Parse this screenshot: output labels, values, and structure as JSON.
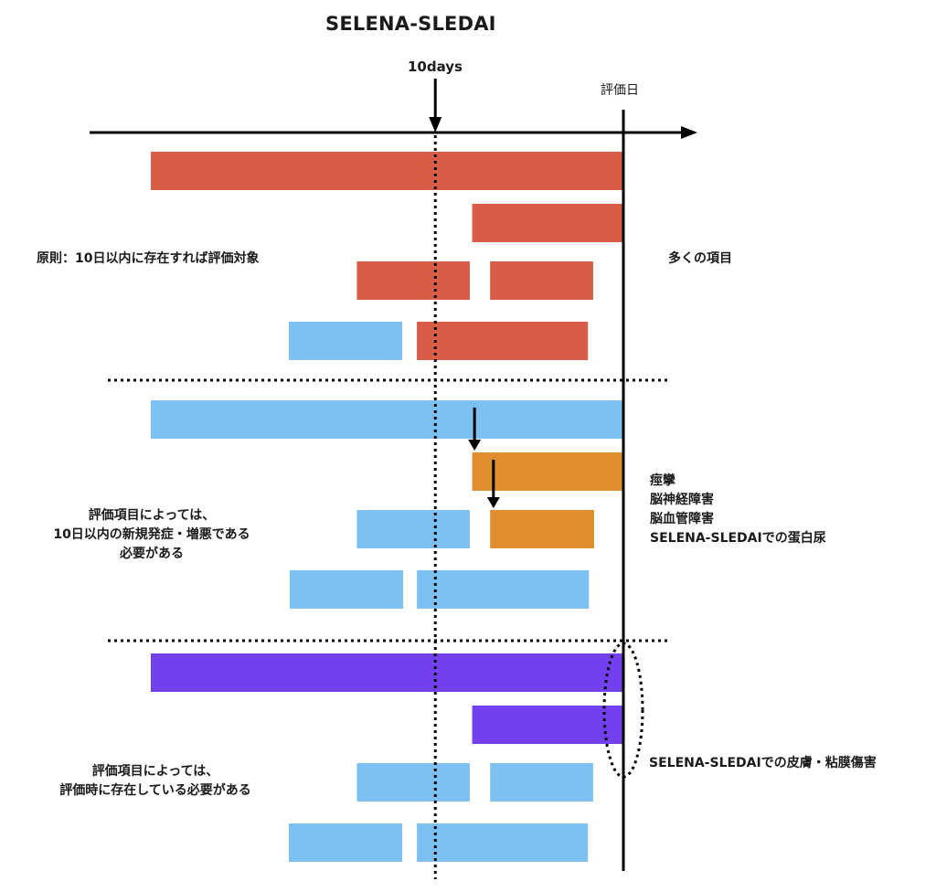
{
  "title": "SELENA-SLEDAI",
  "markers": {
    "ten_days_label": "10days",
    "evaluation_day_label": "評価日"
  },
  "colors": {
    "red": "#d85c48",
    "blue": "#7dc1f2",
    "orange": "#df8f2f",
    "purple": "#7240ef",
    "line": "#000000"
  },
  "sections": [
    {
      "id": "principle",
      "left_note": [
        "原則：10日以内に存在すれば評価対象"
      ],
      "right_note": [
        "多くの項目"
      ],
      "rows": [
        [
          {
            "start": 0,
            "end": 100,
            "color": "red"
          }
        ],
        [
          {
            "start": 68,
            "end": 100,
            "color": "red"
          }
        ],
        [
          {
            "start": 43.6,
            "end": 67.5,
            "color": "red"
          },
          {
            "start": 71.8,
            "end": 93.6,
            "color": "red"
          }
        ],
        [
          {
            "start": 29.2,
            "end": 53.2,
            "color": "blue"
          },
          {
            "start": 56.3,
            "end": 92.5,
            "color": "red"
          }
        ]
      ]
    },
    {
      "id": "new-onset",
      "left_note": [
        "評価項目によっては、",
        "10日以内の新規発症・増悪である",
        "必要がある"
      ],
      "right_note": [
        "痙攣",
        "脳神経障害",
        "脳血管障害",
        "SELENA-SLEDAIでの蛋白尿"
      ],
      "rows": [
        [
          {
            "start": 0,
            "end": 100,
            "color": "blue"
          }
        ],
        [
          {
            "start": 68,
            "end": 100,
            "color": "orange"
          }
        ],
        [
          {
            "start": 43.6,
            "end": 67.5,
            "color": "blue"
          },
          {
            "start": 71.8,
            "end": 93.8,
            "color": "orange"
          }
        ],
        [
          {
            "start": 29.4,
            "end": 53.4,
            "color": "blue"
          },
          {
            "start": 56.3,
            "end": 92.7,
            "color": "blue"
          }
        ]
      ],
      "arrows": [
        {
          "row_from": 0,
          "row_to": 1,
          "at": 68.5
        },
        {
          "row_from": 1,
          "row_to": 2,
          "at": 72.5
        }
      ]
    },
    {
      "id": "present-at-eval",
      "left_note": [
        "評価項目によっては、",
        "評価時に存在している必要がある"
      ],
      "right_note": [
        "SELENA-SLEDAIでの皮膚・粘膜傷害"
      ],
      "rows": [
        [
          {
            "start": 0,
            "end": 100,
            "color": "purple"
          }
        ],
        [
          {
            "start": 68,
            "end": 100,
            "color": "purple"
          }
        ],
        [
          {
            "start": 43.6,
            "end": 67.5,
            "color": "blue"
          },
          {
            "start": 71.8,
            "end": 93.6,
            "color": "blue"
          }
        ],
        [
          {
            "start": 29.2,
            "end": 53.2,
            "color": "blue"
          },
          {
            "start": 56.3,
            "end": 92.5,
            "color": "blue"
          }
        ]
      ],
      "highlight_ellipse": true
    }
  ],
  "timeline": {
    "ten_days_position": 60.2
  }
}
